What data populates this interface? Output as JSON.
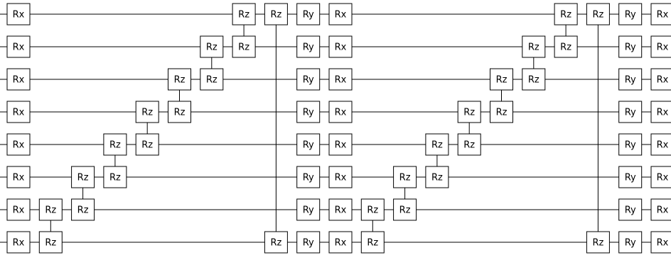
{
  "circuit": {
    "qubit_count": 8,
    "columns": [
      {
        "gates": [
          {
            "q": 0,
            "label": "Rx"
          },
          {
            "q": 1,
            "label": "Rx"
          },
          {
            "q": 2,
            "label": "Rx"
          },
          {
            "q": 3,
            "label": "Rx"
          },
          {
            "q": 4,
            "label": "Rx"
          },
          {
            "q": 5,
            "label": "Rx"
          },
          {
            "q": 6,
            "label": "Rx"
          },
          {
            "q": 7,
            "label": "Rx"
          }
        ]
      },
      {
        "gates": [
          {
            "q": 6,
            "label": "Rz"
          },
          {
            "q": 7,
            "label": "Rz"
          }
        ],
        "link": [
          6,
          7
        ]
      },
      {
        "gates": [
          {
            "q": 5,
            "label": "Rz"
          },
          {
            "q": 6,
            "label": "Rz"
          }
        ],
        "link": [
          5,
          6
        ]
      },
      {
        "gates": [
          {
            "q": 4,
            "label": "Rz"
          },
          {
            "q": 5,
            "label": "Rz"
          }
        ],
        "link": [
          4,
          5
        ]
      },
      {
        "gates": [
          {
            "q": 3,
            "label": "Rz"
          },
          {
            "q": 4,
            "label": "Rz"
          }
        ],
        "link": [
          3,
          4
        ]
      },
      {
        "gates": [
          {
            "q": 2,
            "label": "Rz"
          },
          {
            "q": 3,
            "label": "Rz"
          }
        ],
        "link": [
          2,
          3
        ]
      },
      {
        "gates": [
          {
            "q": 1,
            "label": "Rz"
          },
          {
            "q": 2,
            "label": "Rz"
          }
        ],
        "link": [
          1,
          2
        ]
      },
      {
        "gates": [
          {
            "q": 0,
            "label": "Rz"
          },
          {
            "q": 1,
            "label": "Rz"
          }
        ],
        "link": [
          0,
          1
        ]
      },
      {
        "gates": [
          {
            "q": 0,
            "label": "Rz"
          },
          {
            "q": 7,
            "label": "Rz"
          }
        ],
        "link": [
          0,
          7
        ]
      },
      {
        "gates": [
          {
            "q": 0,
            "label": "Ry"
          },
          {
            "q": 1,
            "label": "Ry"
          },
          {
            "q": 2,
            "label": "Ry"
          },
          {
            "q": 3,
            "label": "Ry"
          },
          {
            "q": 4,
            "label": "Ry"
          },
          {
            "q": 5,
            "label": "Ry"
          },
          {
            "q": 6,
            "label": "Ry"
          },
          {
            "q": 7,
            "label": "Ry"
          }
        ]
      },
      {
        "gates": [
          {
            "q": 0,
            "label": "Rx"
          },
          {
            "q": 1,
            "label": "Rx"
          },
          {
            "q": 2,
            "label": "Rx"
          },
          {
            "q": 3,
            "label": "Rx"
          },
          {
            "q": 4,
            "label": "Rx"
          },
          {
            "q": 5,
            "label": "Rx"
          },
          {
            "q": 6,
            "label": "Rx"
          },
          {
            "q": 7,
            "label": "Rx"
          }
        ]
      },
      {
        "gates": [
          {
            "q": 6,
            "label": "Rz"
          },
          {
            "q": 7,
            "label": "Rz"
          }
        ],
        "link": [
          6,
          7
        ]
      },
      {
        "gates": [
          {
            "q": 5,
            "label": "Rz"
          },
          {
            "q": 6,
            "label": "Rz"
          }
        ],
        "link": [
          5,
          6
        ]
      },
      {
        "gates": [
          {
            "q": 4,
            "label": "Rz"
          },
          {
            "q": 5,
            "label": "Rz"
          }
        ],
        "link": [
          4,
          5
        ]
      },
      {
        "gates": [
          {
            "q": 3,
            "label": "Rz"
          },
          {
            "q": 4,
            "label": "Rz"
          }
        ],
        "link": [
          3,
          4
        ]
      },
      {
        "gates": [
          {
            "q": 2,
            "label": "Rz"
          },
          {
            "q": 3,
            "label": "Rz"
          }
        ],
        "link": [
          2,
          3
        ]
      },
      {
        "gates": [
          {
            "q": 1,
            "label": "Rz"
          },
          {
            "q": 2,
            "label": "Rz"
          }
        ],
        "link": [
          1,
          2
        ]
      },
      {
        "gates": [
          {
            "q": 0,
            "label": "Rz"
          },
          {
            "q": 1,
            "label": "Rz"
          }
        ],
        "link": [
          0,
          1
        ]
      },
      {
        "gates": [
          {
            "q": 0,
            "label": "Rz"
          },
          {
            "q": 7,
            "label": "Rz"
          }
        ],
        "link": [
          0,
          7
        ]
      },
      {
        "gates": [
          {
            "q": 0,
            "label": "Ry"
          },
          {
            "q": 1,
            "label": "Ry"
          },
          {
            "q": 2,
            "label": "Ry"
          },
          {
            "q": 3,
            "label": "Ry"
          },
          {
            "q": 4,
            "label": "Ry"
          },
          {
            "q": 5,
            "label": "Ry"
          },
          {
            "q": 6,
            "label": "Ry"
          },
          {
            "q": 7,
            "label": "Ry"
          }
        ]
      },
      {
        "gates": [
          {
            "q": 0,
            "label": "Rx"
          },
          {
            "q": 1,
            "label": "Rx"
          },
          {
            "q": 2,
            "label": "Rx"
          },
          {
            "q": 3,
            "label": "Rx"
          },
          {
            "q": 4,
            "label": "Rx"
          },
          {
            "q": 5,
            "label": "Rx"
          },
          {
            "q": 6,
            "label": "Rx"
          },
          {
            "q": 7,
            "label": "Rx"
          }
        ]
      }
    ]
  },
  "colors": {
    "background": "#ffffff",
    "line": "#000000",
    "gate_fill": "#ffffff",
    "text": "#000000"
  }
}
